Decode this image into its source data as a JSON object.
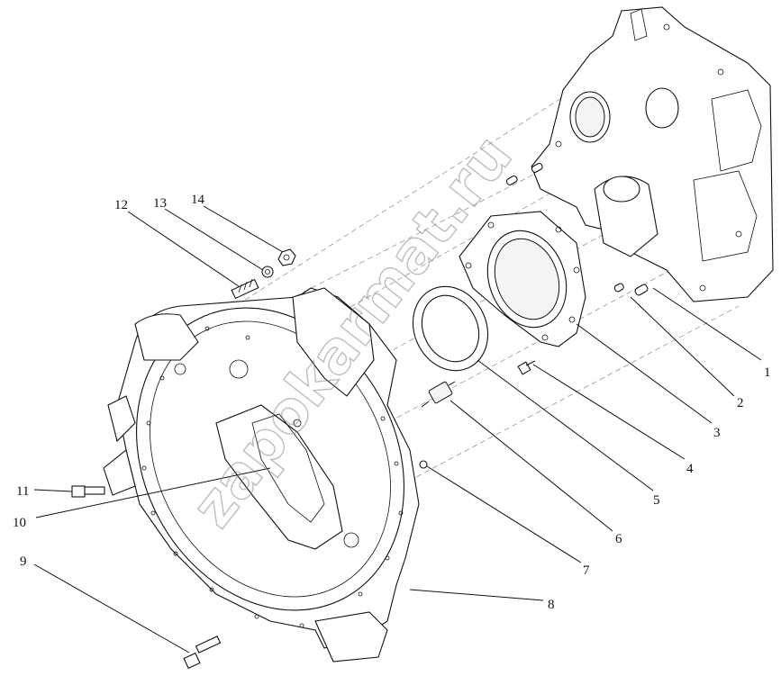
{
  "diagram": {
    "callouts": [
      {
        "id": "1",
        "label": "1"
      },
      {
        "id": "2",
        "label": "2"
      },
      {
        "id": "3",
        "label": "3"
      },
      {
        "id": "4",
        "label": "4"
      },
      {
        "id": "5",
        "label": "5"
      },
      {
        "id": "6",
        "label": "6"
      },
      {
        "id": "7",
        "label": "7"
      },
      {
        "id": "8",
        "label": "8"
      },
      {
        "id": "9",
        "label": "9"
      },
      {
        "id": "10",
        "label": "10"
      },
      {
        "id": "11",
        "label": "11"
      },
      {
        "id": "12",
        "label": "12"
      },
      {
        "id": "13",
        "label": "13"
      },
      {
        "id": "14",
        "label": "14"
      }
    ],
    "watermark": "zapokarmat.ru"
  }
}
